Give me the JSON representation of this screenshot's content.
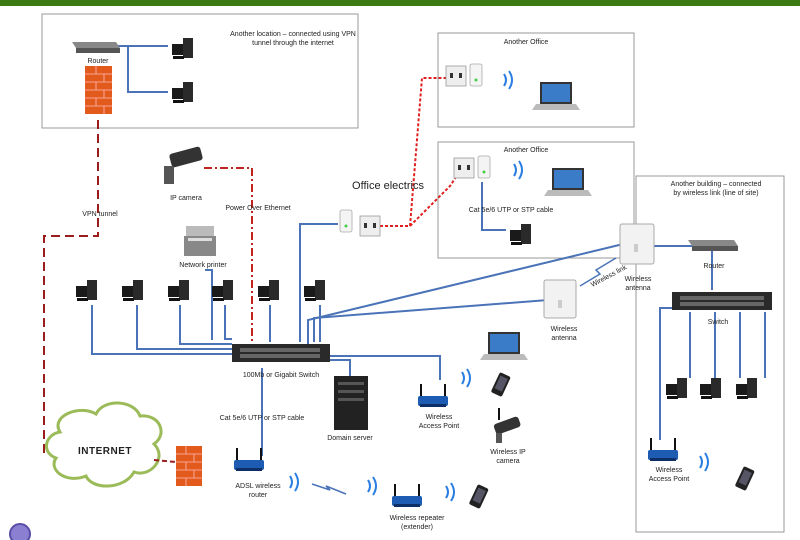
{
  "labels": {
    "another_location": "Another location – connected using VPN tunnel through the internet",
    "router_top": "Router",
    "another_office_1": "Another Office",
    "another_office_2": "Another Office",
    "cat5_office": "Cat 5e/6 UTP or STP cable",
    "office_electrics": "Office electrics",
    "ip_camera": "IP camera",
    "power_over_ethernet": "Power Over Ethernet",
    "vpn_tunnel": "VPN tunnel",
    "network_printer": "Network printer",
    "switch_main": "100Mb or Gigabit Switch",
    "cat5_main": "Cat 5e/6 UTP or STP cable",
    "internet": "INTERNET",
    "adsl_router": "ADSL wireless router",
    "domain_server": "Domain server",
    "wireless_ap": "Wireless Access Point",
    "wireless_repeater": "Wireless repeater (extender)",
    "wireless_ip_camera": "Wireless IP camera",
    "wireless_antenna_left": "Wireless antenna",
    "wireless_antenna_right": "Wireless antenna",
    "wireless_link": "Wireless link",
    "another_building": "Another building – connected by wireless link (line of site)",
    "router_building": "Router",
    "switch_building": "Switch",
    "wireless_ap_building": "Wireless Access Point"
  },
  "colors": {
    "top_bar": "#3c7a14",
    "ethernet": "#4a73b8",
    "vpn": "#9b1c1c",
    "electrics": "#e02020",
    "box_border": "#999999"
  }
}
